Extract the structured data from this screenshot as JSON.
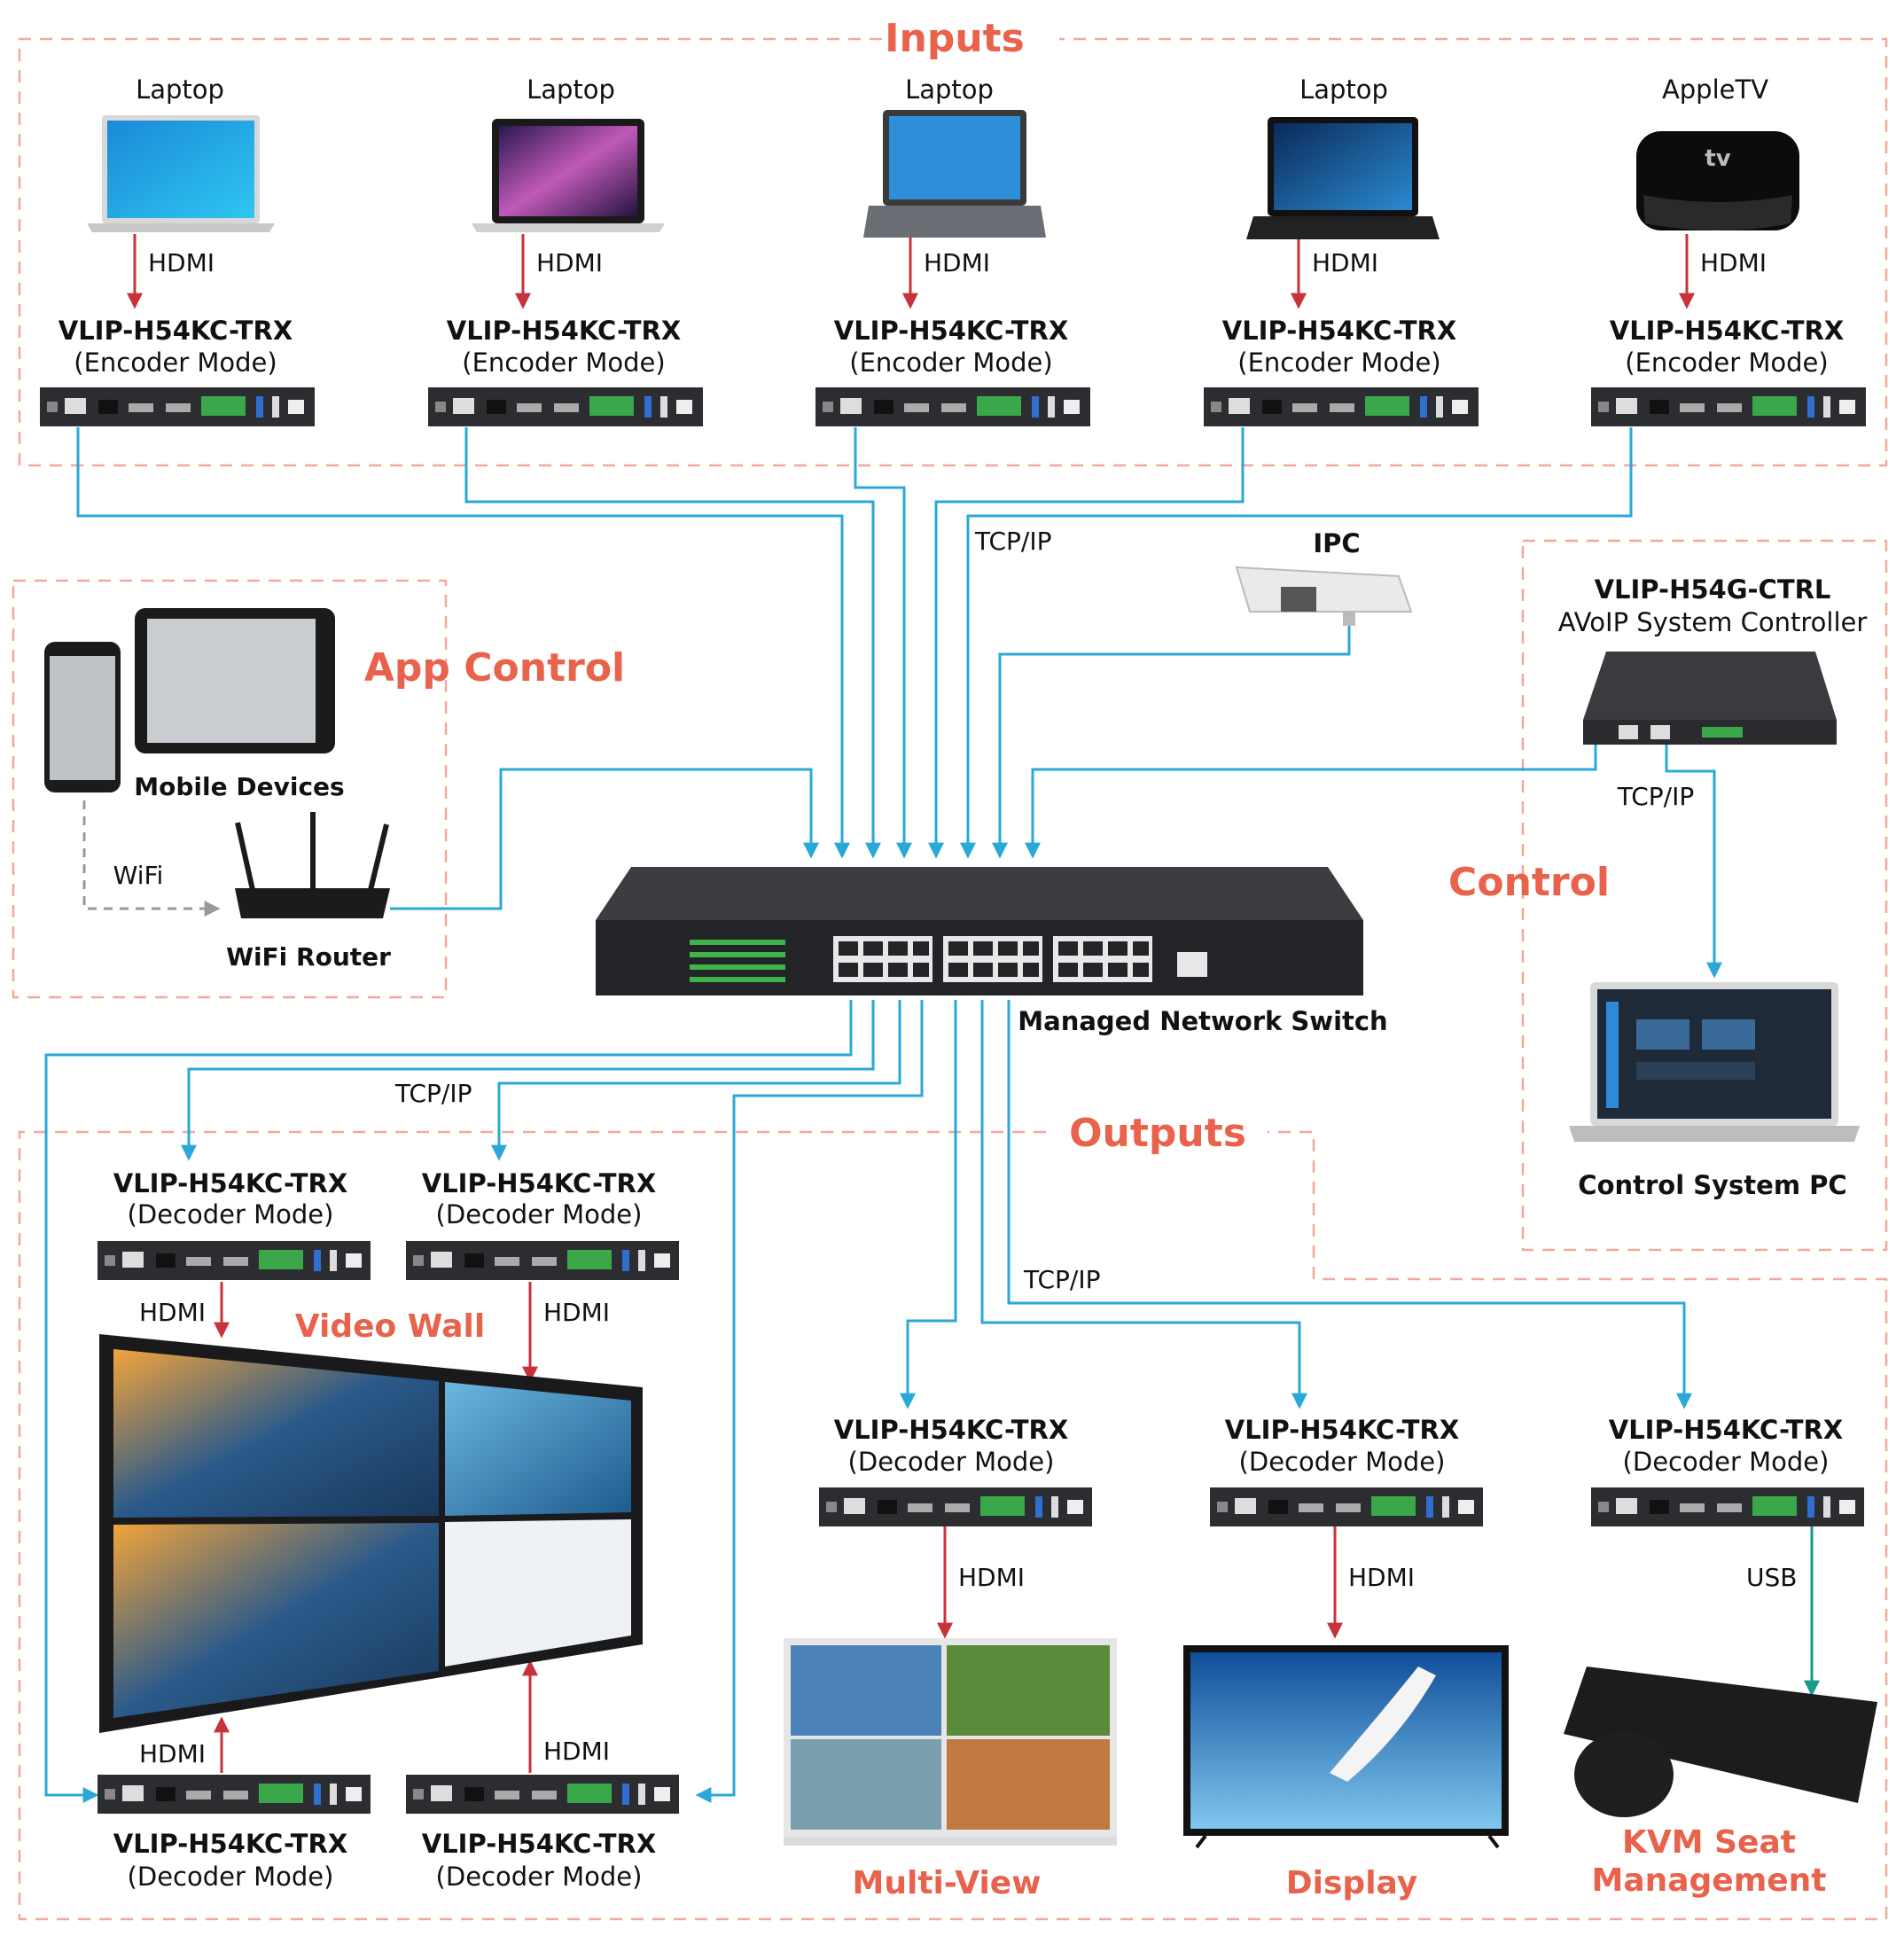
{
  "sections": {
    "inputs": "Inputs",
    "app_control": "App Control",
    "control": "Control",
    "outputs": "Outputs",
    "video_wall": "Video Wall",
    "multi_view": "Multi-View",
    "display": "Display",
    "kvm_line1": "KVM Seat",
    "kvm_line2": "Management"
  },
  "sources": [
    {
      "name": "Laptop",
      "link": "HDMI",
      "model": "VLIP-H54KC-TRX",
      "mode": "(Encoder Mode)"
    },
    {
      "name": "Laptop",
      "link": "HDMI",
      "model": "VLIP-H54KC-TRX",
      "mode": "(Encoder Mode)"
    },
    {
      "name": "Laptop",
      "link": "HDMI",
      "model": "VLIP-H54KC-TRX",
      "mode": "(Encoder Mode)"
    },
    {
      "name": "Laptop",
      "link": "HDMI",
      "model": "VLIP-H54KC-TRX",
      "mode": "(Encoder Mode)"
    },
    {
      "name": "AppleTV",
      "link": "HDMI",
      "model": "VLIP-H54KC-TRX",
      "mode": "(Encoder Mode)"
    }
  ],
  "network": {
    "tcpip": "TCP/IP",
    "ipc": "IPC",
    "switch": "Managed Network Switch"
  },
  "app_control": {
    "mobile": "Mobile Devices",
    "wifi": "WiFi",
    "router": "WiFi Router"
  },
  "controller": {
    "model": "VLIP-H54G-CTRL",
    "desc": "AVoIP System Controller",
    "link": "TCP/IP",
    "pc": "Control System PC"
  },
  "decoders": {
    "model": "VLIP-H54KC-TRX",
    "mode": "(Decoder Mode)",
    "hdmi": "HDMI",
    "usb": "USB",
    "tcpip": "TCP/IP"
  }
}
